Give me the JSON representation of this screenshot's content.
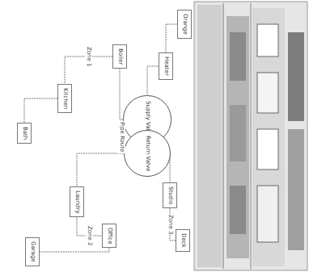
{
  "diagram": {
    "nodes": [
      {
        "text": [
          "Supply Valve"
        ]
      },
      {
        "text": [
          "Return Valve"
        ]
      },
      {
        "text": [
          "Orange"
        ]
      },
      {
        "text": [
          "Heater"
        ]
      },
      {
        "text": [
          "Boiler"
        ]
      },
      {
        "text": [
          "Kitchen"
        ]
      },
      {
        "text": [
          "Bath"
        ]
      },
      {
        "text": [
          "Laundry"
        ]
      },
      {
        "text": [
          "Office"
        ]
      },
      {
        "text": [
          "Garage"
        ]
      },
      {
        "text": [
          "Studio"
        ]
      },
      {
        "text": [
          "Deck"
        ]
      }
    ],
    "edges": [
      {
        "from": 0,
        "to": 3,
        "arrow": "none"
      },
      {
        "from": 3,
        "to": 2,
        "arrow": "none"
      },
      {
        "from": 0,
        "to": 4,
        "arrow": "none"
      },
      {
        "from": 4,
        "to": 5,
        "label": "Zone 1",
        "arrow": "none"
      },
      {
        "from": 5,
        "to": 6,
        "arrow": "none"
      },
      {
        "from": 1,
        "to": 7,
        "arrow": "none"
      },
      {
        "from": 7,
        "to": 8,
        "label": "Zone 2",
        "arrow": "none"
      },
      {
        "from": 8,
        "to": 9,
        "arrow": "none"
      },
      {
        "from": 1,
        "to": 10,
        "arrow": "none"
      },
      {
        "from": 10,
        "to": 11,
        "label": "Zone 3",
        "arrow": "none"
      }
    ],
    "labels": [
      "Pipe Route"
    ]
  }
}
